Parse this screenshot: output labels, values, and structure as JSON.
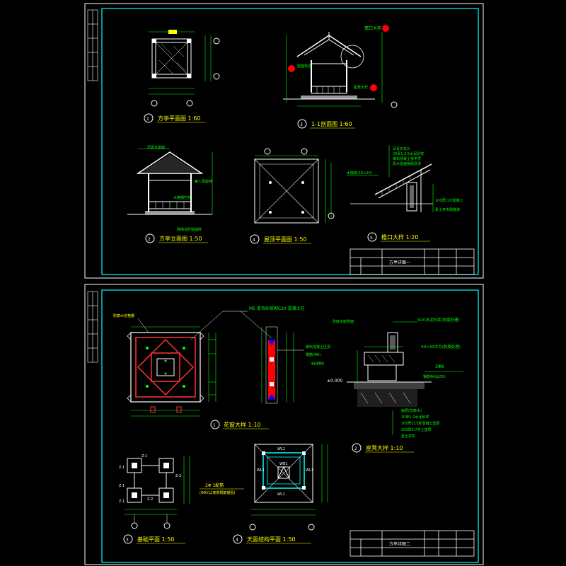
{
  "colors": {
    "background": "#000000",
    "frame": "#00ffff",
    "line": "#ffffff",
    "dim": "#00ff00",
    "label": "#ffff00",
    "annotation": "#00ff00",
    "section": "#ff0000",
    "highlight": "#00ffff"
  },
  "sheet1": {
    "views": [
      {
        "num": "①",
        "title": "方亭平面图  1:60"
      },
      {
        "num": "③",
        "title": "1-1剖面图  1:60"
      },
      {
        "num": "②",
        "title": "方亭立面图  1:50"
      },
      {
        "num": "④",
        "title": "屋顶平面图  1:50"
      },
      {
        "num": "⑤",
        "title": "檐口大样  1:20"
      }
    ],
    "notes_eave": [
      "沥青瓦瓦片",
      "20厚1:2.5水泥砂浆",
      "细石混凝土找平层",
      "原木屋面板刷清漆"
    ],
    "note_purlin": "木檩条(10×10)",
    "notes_eave_right": [
      "100厚C20混凝土",
      "素土夯实刷底漆"
    ],
    "notes_elev": [
      "沥青瓦屋面",
      "木格栅栏杆",
      "美人靠座椅",
      "砖砌台阶贴面砖"
    ],
    "title_block": {
      "drawing": "方亭详图一"
    }
  },
  "sheet2": {
    "views": [
      {
        "num": "①",
        "title": "花窗大样  1:10"
      },
      {
        "num": "②",
        "title": "座凳大样  1:10"
      },
      {
        "num": "③",
        "title": "基础平面  1:50"
      },
      {
        "num": "④",
        "title": "天面结构平面  1:50"
      }
    ],
    "note_top": "M5 混合砂浆砌C20 混凝土柱",
    "note_left": "防腐木花格栅",
    "notes_mid": [
      "细石混凝土压顶",
      "钢筋(Φ8)",
      "60MM"
    ],
    "note_seat_top": "防腐木座凳面",
    "notes_seat": [
      "Φ20水泥砂浆(防腐处理)",
      "40×40木方(防腐处理)",
      "3Φ8",
      "钢筋Φ6@250"
    ],
    "level": "±0.000",
    "notes_base": [
      "面层(防腐木)",
      "20厚1:2水泥砂浆",
      "100厚C15素混凝土垫层",
      "200厚3:7灰土垫层",
      "素土夯实"
    ],
    "note_beam": "2Φ  1配筋",
    "note_beam2": "(Φ8VL2底部钢筋锚固)",
    "found_labels": [
      "Z-1",
      "Z-1",
      "Z-1",
      "Z-1",
      "Z-2",
      "Z-2"
    ],
    "struct_labels": [
      "WL1",
      "WL1",
      "WL1",
      "WL1",
      "WB1"
    ],
    "title_block": {
      "drawing": "方亭详图二"
    }
  }
}
